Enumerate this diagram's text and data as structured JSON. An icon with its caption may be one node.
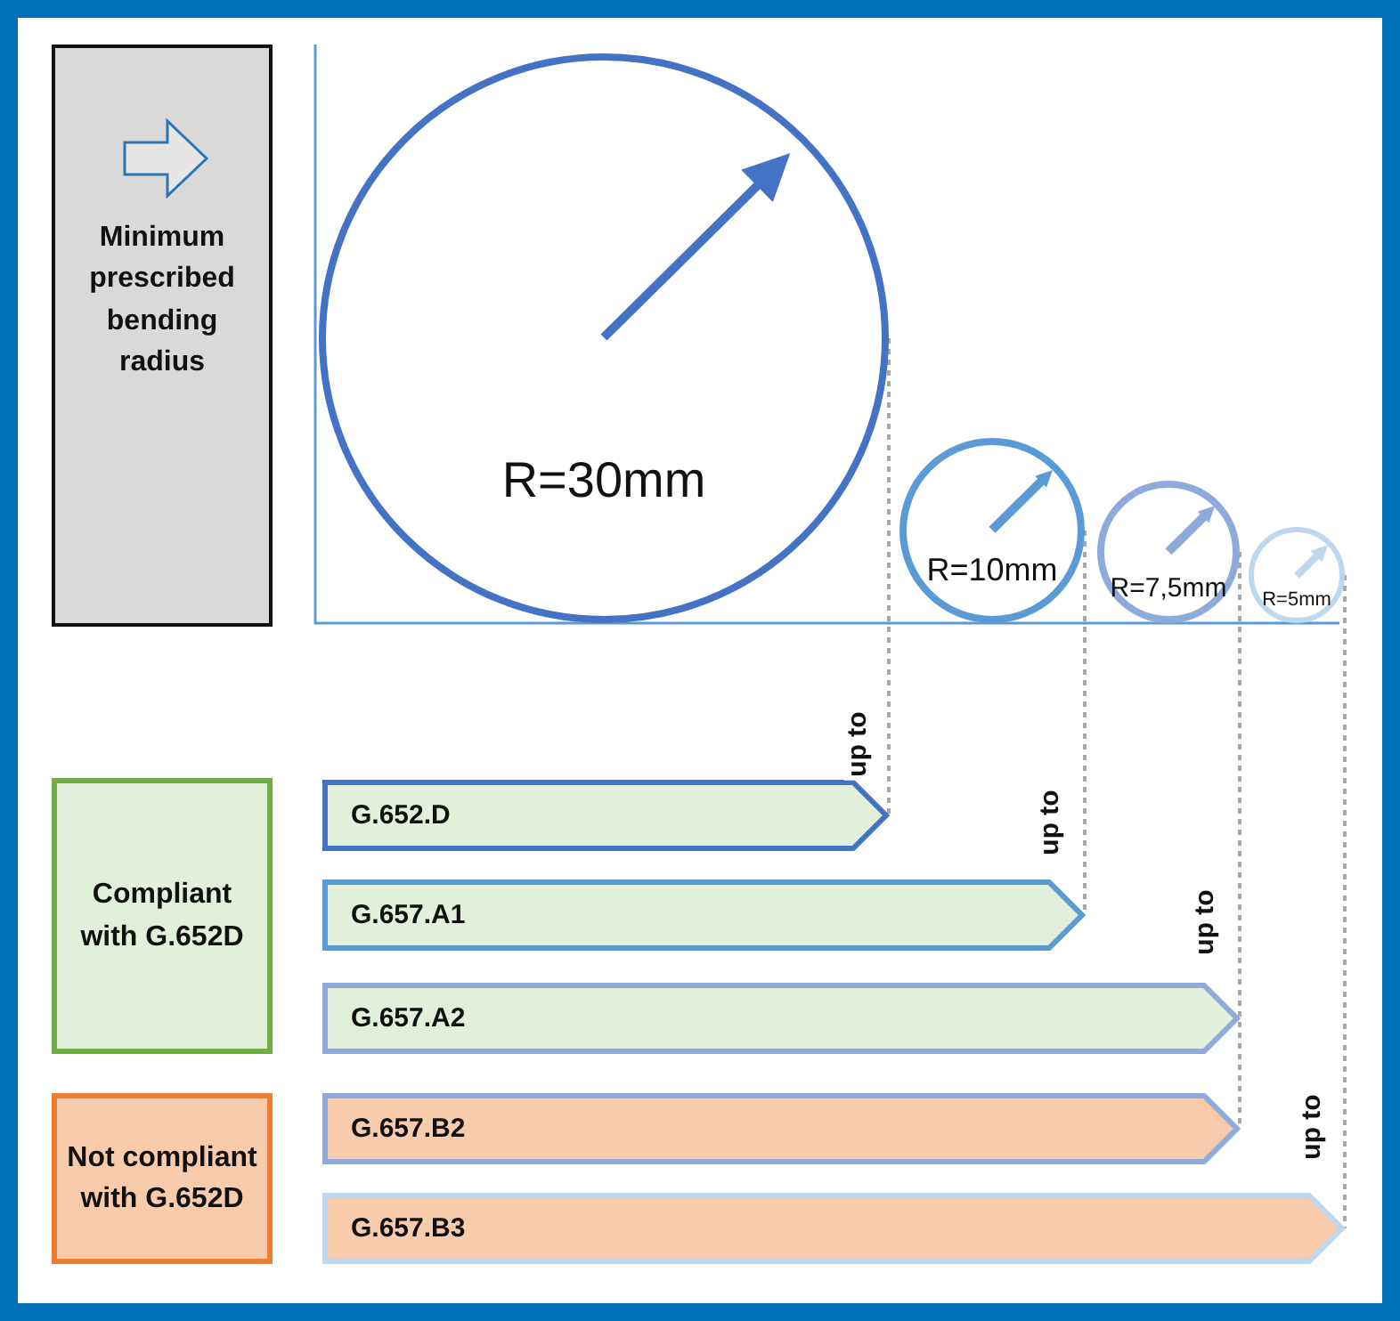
{
  "diagram": {
    "nodes": [
      {
        "text": [
          "Minimum prescribed bending radius"
        ]
      },
      {
        "text": [
          "R=30mm"
        ]
      },
      {
        "text": [
          "R=10mm"
        ]
      },
      {
        "text": [
          "R=7,5mm"
        ]
      },
      {
        "text": [
          "R=5mm"
        ]
      },
      {
        "text": [
          "Compliant with G.652D"
        ]
      },
      {
        "text": [
          "G.652.D"
        ]
      },
      {
        "text": [
          "G.657.A1"
        ]
      },
      {
        "text": [
          "G.657.A2"
        ]
      },
      {
        "text": [
          "Not compliant with G.652D"
        ]
      },
      {
        "text": [
          "G.657.B2"
        ]
      },
      {
        "text": [
          "G.657.B3"
        ]
      }
    ],
    "edges": [
      {
        "from": 1,
        "to": 6,
        "arrow": "none",
        "label": "up to",
        "style": "dashed"
      },
      {
        "from": 2,
        "to": 7,
        "arrow": "none",
        "label": "up to",
        "style": "dashed"
      },
      {
        "from": 3,
        "to": 8,
        "arrow": "none",
        "label": "up to",
        "style": "dashed"
      },
      {
        "from": 3,
        "to": 10,
        "arrow": "none",
        "style": "dashed"
      },
      {
        "from": 4,
        "to": 11,
        "arrow": "none",
        "label": "up to",
        "style": "dashed"
      }
    ]
  }
}
